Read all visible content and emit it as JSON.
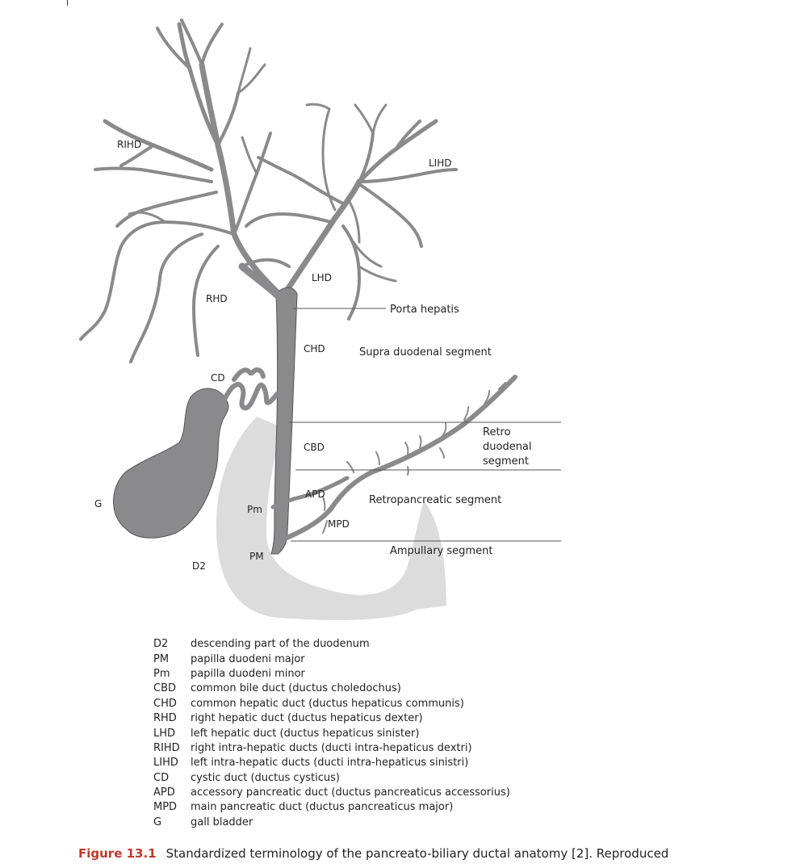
{
  "diagram": {
    "labels": {
      "rihd": "RIHD",
      "lihd": "LIHD",
      "lhd": "LHD",
      "rhd": "RHD",
      "chd": "CHD",
      "cd": "CD",
      "cbd": "CBD",
      "apd": "APD",
      "mpd": "MPD",
      "pm_minor": "Pm",
      "pm_major": "PM",
      "g": "G",
      "d2": "D2"
    },
    "segments": {
      "porta": "Porta hepatis",
      "supra": "Supra duodenal segment",
      "retro_line1": "Retro",
      "retro_line2": "duodenal",
      "retro_line3": "segment",
      "retropancreatic": "Retropancreatic segment",
      "ampullary": "Ampullary segment"
    },
    "colors": {
      "duct": "#8a8a8c",
      "duct_stroke": "#555555",
      "duodenum": "#dcdcdd",
      "caption_label": "#c0392b"
    }
  },
  "legend": [
    {
      "abbr": "D2",
      "def": "descending part of the duodenum"
    },
    {
      "abbr": "PM",
      "def": "papilla duodeni major"
    },
    {
      "abbr": "Pm",
      "def": "papilla duodeni minor"
    },
    {
      "abbr": "CBD",
      "def": "common bile duct (ductus choledochus)"
    },
    {
      "abbr": "CHD",
      "def": "common hepatic duct (ductus hepaticus communis)"
    },
    {
      "abbr": "RHD",
      "def": "right hepatic duct (ductus hepaticus dexter)"
    },
    {
      "abbr": "LHD",
      "def": "left hepatic duct (ductus hepaticus sinister)"
    },
    {
      "abbr": "RIHD",
      "def": "right intra-hepatic ducts (ducti intra-hepaticus dextri)"
    },
    {
      "abbr": "LIHD",
      "def": "left intra-hepatic ducts (ducti intra-hepaticus sinistri)"
    },
    {
      "abbr": "CD",
      "def": "cystic duct (ductus cysticus)"
    },
    {
      "abbr": "APD",
      "def": "accessory pancreatic duct (ductus pancreaticus accessorius)"
    },
    {
      "abbr": "MPD",
      "def": "main pancreatic duct (ductus pancreaticus major)"
    },
    {
      "abbr": "G",
      "def": "gall bladder"
    }
  ],
  "caption": {
    "label": "Figure 13.1",
    "text": "Standardized terminology of the pancreato-biliary ductal anatomy [2]. Reproduced"
  }
}
